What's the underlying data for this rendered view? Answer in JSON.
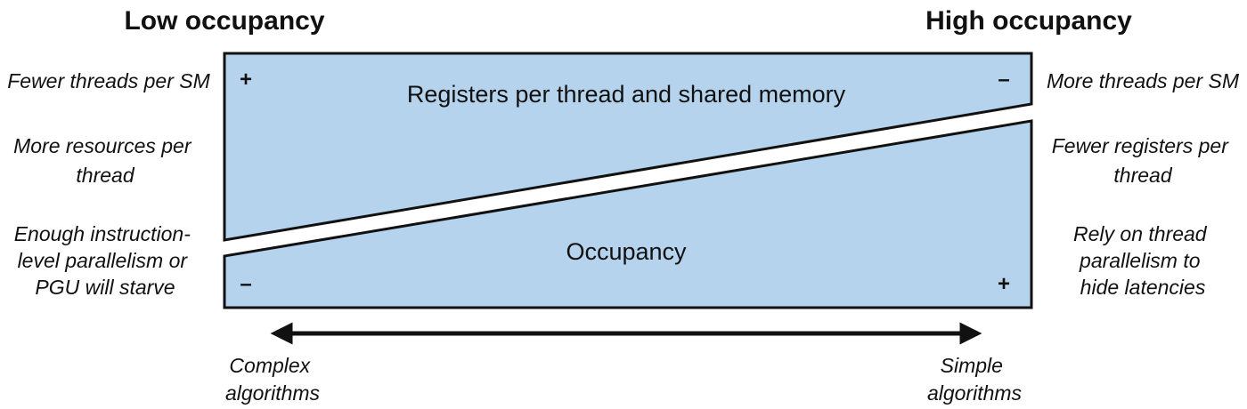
{
  "headings": {
    "left": "Low occupancy",
    "right": "High occupancy"
  },
  "left_notes": {
    "row1": [
      "Fewer threads per SM"
    ],
    "row2": [
      "More resources per",
      "thread"
    ],
    "row3": [
      "Enough instruction-",
      "level parallelism or",
      "PGU will starve"
    ]
  },
  "right_notes": {
    "row1": [
      "More threads per SM"
    ],
    "row2": [
      "Fewer registers per",
      "thread"
    ],
    "row3": [
      "Rely on thread",
      "parallelism to",
      "hide latencies"
    ]
  },
  "bands": {
    "top": {
      "label": "Registers per thread and shared memory",
      "left_sign": "+",
      "right_sign": "–"
    },
    "bottom": {
      "label": "Occupancy",
      "left_sign": "–",
      "right_sign": "+"
    },
    "fill_color": "#b5d3ec",
    "stroke_color": "#111111"
  },
  "axis": {
    "left_label": [
      "Complex",
      "algorithms"
    ],
    "right_label": [
      "Simple",
      "algorithms"
    ],
    "arrow": "double-headed-arrow"
  }
}
